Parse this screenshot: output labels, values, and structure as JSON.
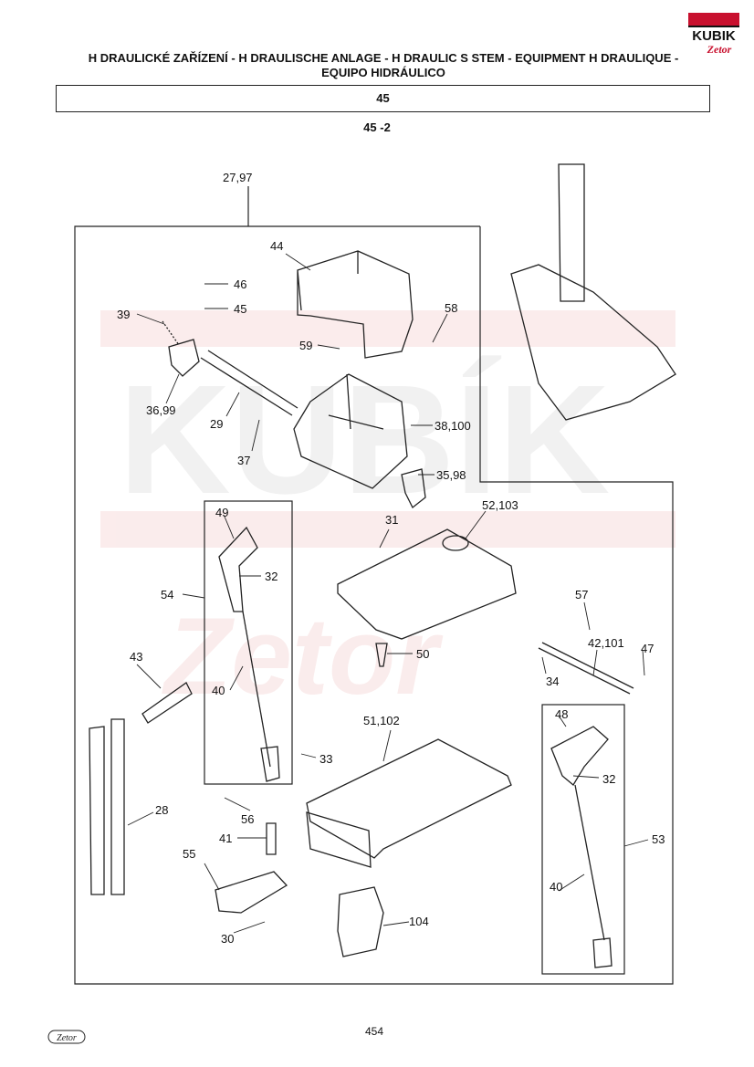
{
  "header": {
    "title_line1": "H DRAULICKÉ ZAŘÍZENÍ - H DRAULISCHE ANLAGE - H DRAULIC S STEM - EQUIPMENT H DRAULIQUE -",
    "title_line2": "EQUIPO HIDRÁULICO"
  },
  "section": {
    "number": "45",
    "sub_number": "45 -2"
  },
  "brand": {
    "logo_text": "KUBIK",
    "logo_subtext": "Zetor",
    "accent_color": "#c8102e"
  },
  "watermark": {
    "text": "KUBÍK",
    "subtext": "Zetor"
  },
  "callouts": {
    "c27_97": "27,97",
    "c44": "44",
    "c46": "46",
    "c45": "45",
    "c39": "39",
    "c58": "58",
    "c59": "59",
    "c36_99": "36,99",
    "c29": "29",
    "c38_100": "38,100",
    "c37": "37",
    "c35_98": "35,98",
    "c52_103": "52,103",
    "c49": "49",
    "c31": "31",
    "c32a": "32",
    "c54": "54",
    "c57": "57",
    "c50": "50",
    "c42_101": "42,101",
    "c47": "47",
    "c43": "43",
    "c34": "34",
    "c40a": "40",
    "c48": "48",
    "c51_102": "51,102",
    "c33": "33",
    "c32b": "32",
    "c28": "28",
    "c56": "56",
    "c53": "53",
    "c41": "41",
    "c55": "55",
    "c40b": "40",
    "c104": "104",
    "c30": "30"
  },
  "footer": {
    "page_number": "454",
    "logo_text": "Zetor"
  }
}
